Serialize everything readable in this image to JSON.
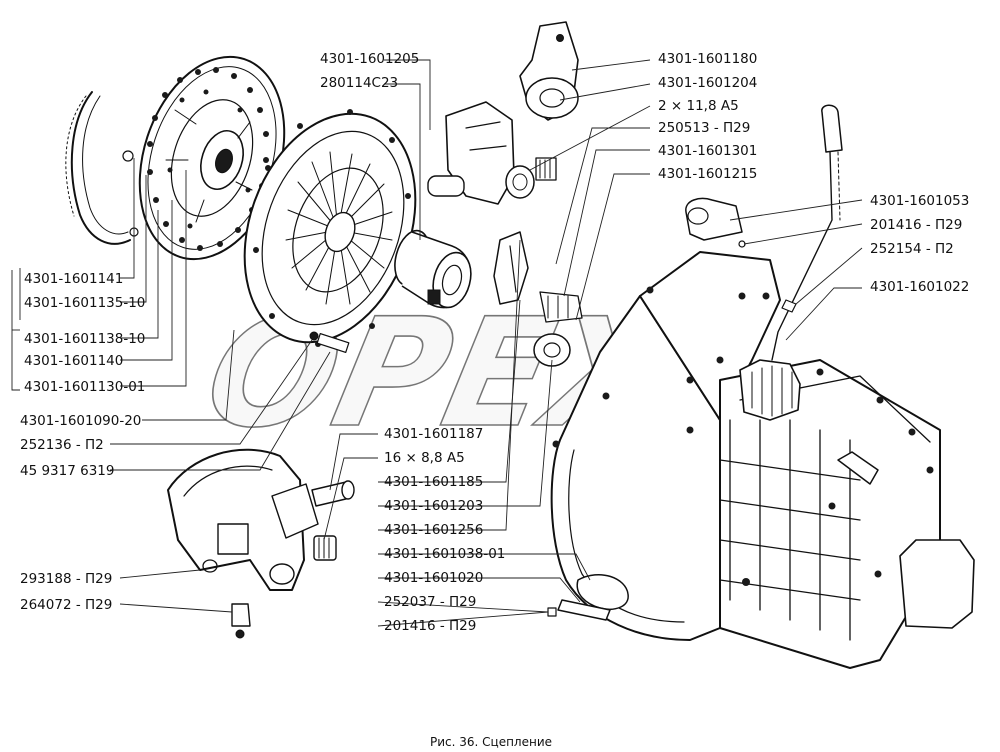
{
  "figure": {
    "caption": "Рис. 36.  Сцепление",
    "watermark": "OPEX"
  },
  "labels": {
    "l_4301_1601141": "4301-1601141",
    "l_4301_1601135_10": "4301-1601135-10",
    "l_4301_1601138_10": "4301-1601138-10",
    "l_4301_1601140": "4301-1601140",
    "l_4301_1601130_01": "4301-1601130-01",
    "l_4301_1601090_20": "4301-1601090-20",
    "l_252136_p2": "252136 - П2",
    "l_45_9317_6319": "45 9317 6319",
    "l_293188_p29": "293188 - П29",
    "l_264072_p29": "264072 - П29",
    "l_4301_1601205": "4301-1601205",
    "l_280114_s23": "280114С23",
    "l_4301_1601180": "4301-1601180",
    "l_4301_1601204": "4301-1601204",
    "l_2x11_8_a5": "2 × 11,8 А5",
    "l_250513_p29": "250513 - П29",
    "l_4301_1601301": "4301-1601301",
    "l_4301_1601215": "4301-1601215",
    "l_4301_1601053": "4301-1601053",
    "l_201416_p29_top": "201416 - П29",
    "l_252154_p2": "252154 - П2",
    "l_4301_1601022": "4301-1601022",
    "l_4301_1601187": "4301-1601187",
    "l_16x8_8_a5": "16 × 8,8 А5",
    "l_4301_1601185": "4301-1601185",
    "l_4301_1601203": "4301-1601203",
    "l_4301_1601256": "4301-1601256",
    "l_4301_1601038_01": "4301-1601038-01",
    "l_4301_1601020": "4301-1601020",
    "l_252037_p29": "252037 - П29",
    "l_201416_p29_bottom": "201416 - П29"
  },
  "colors": {
    "ink": "#111111",
    "paper": "#ffffff"
  }
}
